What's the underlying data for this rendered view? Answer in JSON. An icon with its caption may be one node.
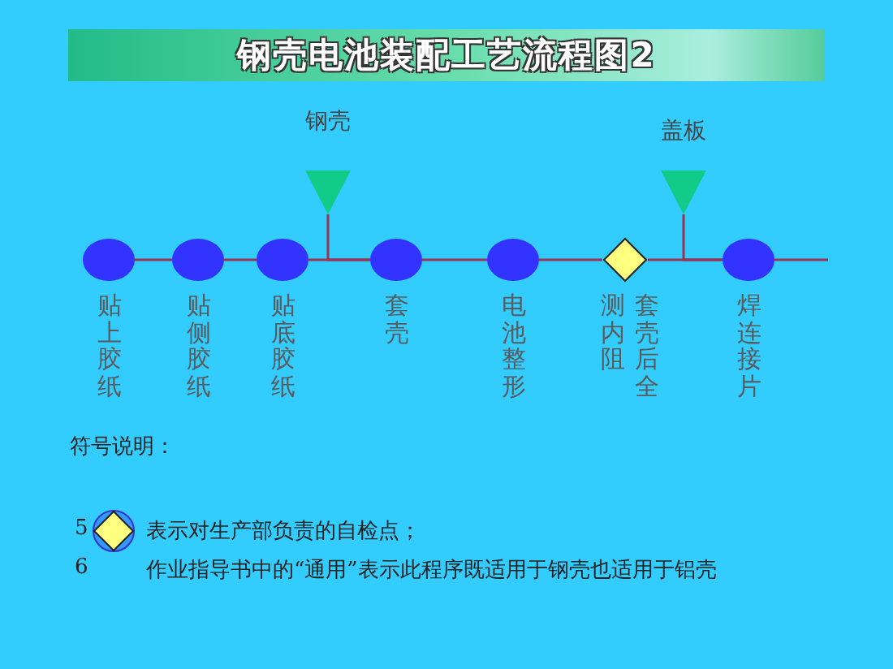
{
  "diagram": {
    "title": "钢壳电池装配工艺流程图2",
    "nodes": [
      {
        "text": [],
        "shape": "circle",
        "beside": [
          "贴上胶纸"
        ]
      },
      {
        "text": [],
        "shape": "circle",
        "beside": [
          "贴侧胶纸"
        ]
      },
      {
        "text": [],
        "shape": "circle",
        "beside": [
          "贴底胶纸"
        ]
      },
      {
        "text": [],
        "shape": "circle",
        "beside": [
          "套壳"
        ]
      },
      {
        "text": [],
        "shape": "circle",
        "beside": [
          "电池整形"
        ]
      },
      {
        "text": [],
        "shape": "diamond",
        "beside": [
          "测内阻",
          "套壳后全"
        ]
      },
      {
        "text": [],
        "shape": "circle",
        "beside": [
          "焊连接片"
        ]
      },
      {
        "text": [
          "钢壳"
        ]
      },
      {
        "text": [
          "盖板"
        ]
      }
    ],
    "edges": [
      {
        "from": 0,
        "to": 1,
        "arrow": "none"
      },
      {
        "from": 1,
        "to": 2,
        "arrow": "none"
      },
      {
        "from": 2,
        "to": 3,
        "arrow": "none"
      },
      {
        "from": 3,
        "to": 4,
        "arrow": "none"
      },
      {
        "from": 4,
        "to": 5,
        "arrow": "none"
      },
      {
        "from": 5,
        "to": 6,
        "arrow": "none"
      },
      {
        "from": 6,
        "to": null,
        "arrow": "none"
      },
      {
        "from": 7,
        "to": 3,
        "arrow": "none"
      },
      {
        "from": 8,
        "to": 6,
        "arrow": "none"
      }
    ],
    "labels": [
      "符号说明：",
      "5",
      "6",
      "作业指导书中的“通用”表示此程序既适用于钢壳也适用于铝壳"
    ],
    "legend": [
      {
        "text": "表示对生产部负责的自检点；"
      }
    ]
  }
}
